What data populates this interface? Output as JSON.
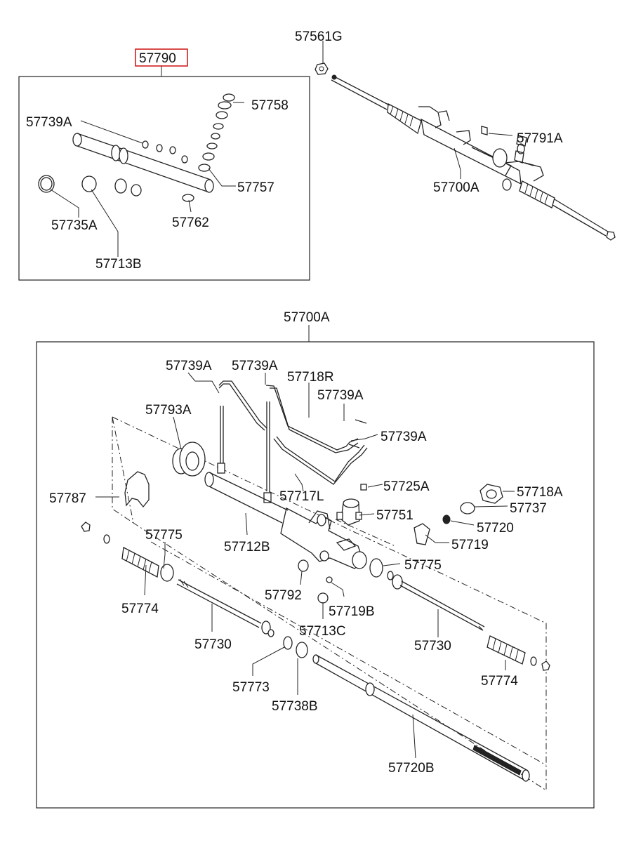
{
  "selected_part": "57790",
  "labels": {
    "top_box_header": "57790",
    "top_right_mount_nut": "57561G",
    "kit_57739A": "57739A",
    "kit_57758": "57758",
    "kit_57757": "57757",
    "kit_57762": "57762",
    "kit_57735A": "57735A",
    "kit_57713B": "57713B",
    "assy_57791A": "57791A",
    "assy_57700A_top": "57700A",
    "main_box_header": "57700A",
    "m_57739A_1": "57739A",
    "m_57739A_2": "57739A",
    "m_57718R": "57718R",
    "m_57739A_3": "57739A",
    "m_57793A": "57793A",
    "m_57739A_4": "57739A",
    "m_57787": "57787",
    "m_57717L": "57717L",
    "m_57725A": "57725A",
    "m_57718A": "57718A",
    "m_57737": "57737",
    "m_57751": "57751",
    "m_57720": "57720",
    "m_57775_left": "57775",
    "m_57712B": "57712B",
    "m_57719": "57719",
    "m_57775_right": "57775",
    "m_57792": "57792",
    "m_57719B": "57719B",
    "m_57774_left": "57774",
    "m_57713C": "57713C",
    "m_57730_left": "57730",
    "m_57730_right": "57730",
    "m_57773": "57773",
    "m_57774_right": "57774",
    "m_57738B": "57738B",
    "m_57720B": "57720B"
  }
}
